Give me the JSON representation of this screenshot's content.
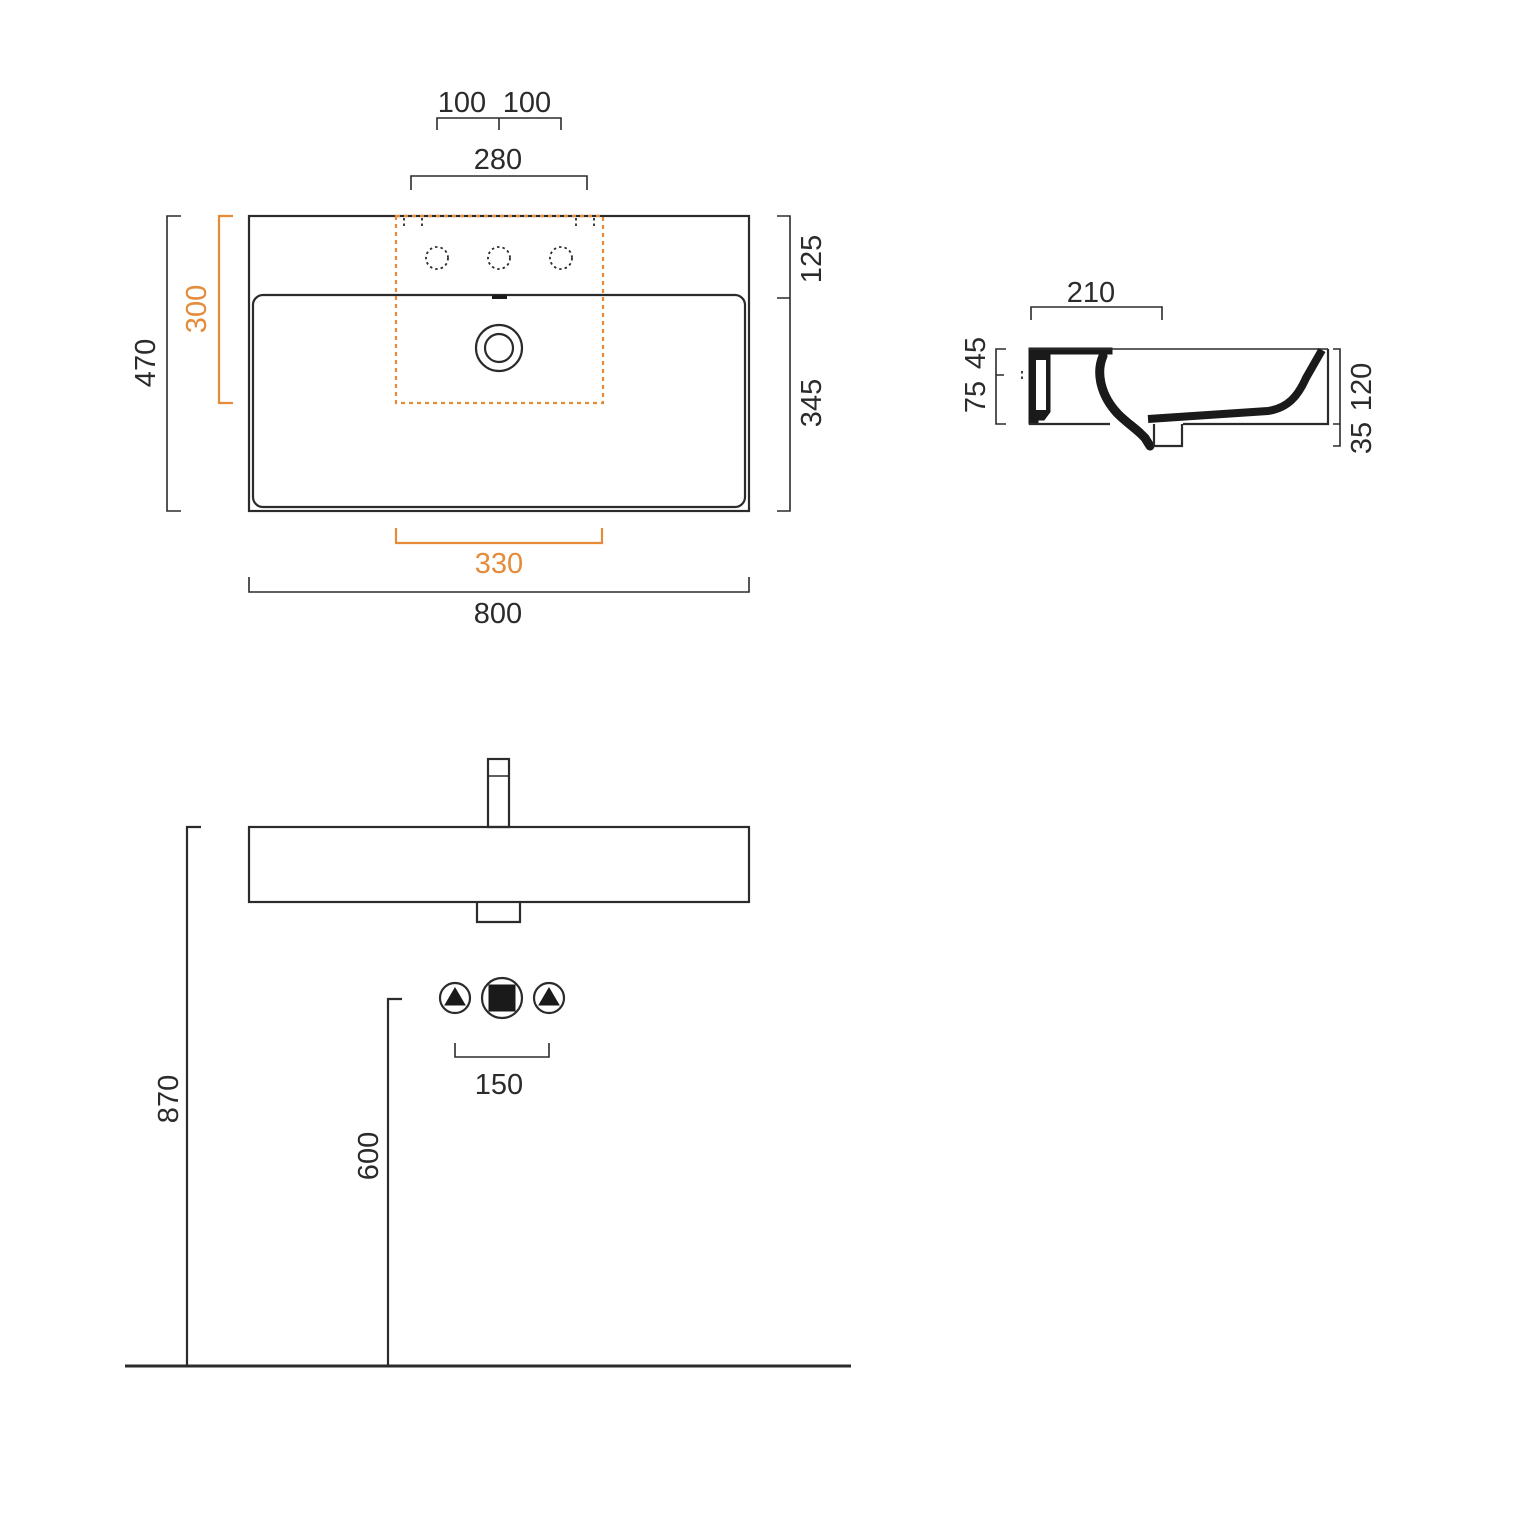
{
  "colors": {
    "line": "#2b2b2b",
    "accent": "#e58b3a"
  },
  "top_view": {
    "dims": {
      "tap_spacing_left": "100",
      "tap_spacing_right": "100",
      "tap_span": "280",
      "overall_depth": "470",
      "tap_zone_depth": "300",
      "back_ledge_depth": "125",
      "bowl_depth": "345",
      "tap_zone_width": "330",
      "overall_width": "800"
    }
  },
  "side_view": {
    "dims": {
      "drain_offset": "210",
      "rim_height": "45",
      "inner_height": "75",
      "overall_height": "120",
      "drain_height": "35"
    }
  },
  "front_view": {
    "dims": {
      "rim_height_from_floor": "870",
      "outlet_height_from_floor": "600",
      "outlet_spacing": "150"
    }
  }
}
